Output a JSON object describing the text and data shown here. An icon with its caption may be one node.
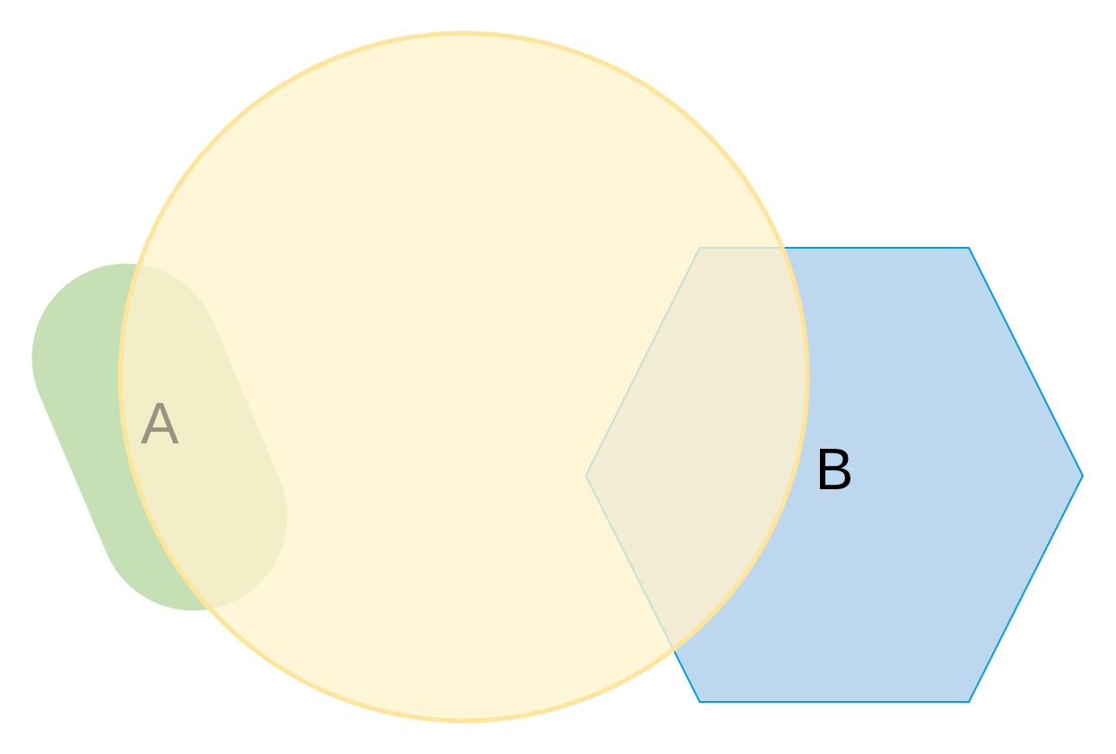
{
  "diagram": {
    "nodes": [
      {
        "text": [
          "A"
        ]
      },
      {
        "text": [],
        "shape": "circle"
      },
      {
        "text": [
          "B"
        ]
      }
    ]
  }
}
